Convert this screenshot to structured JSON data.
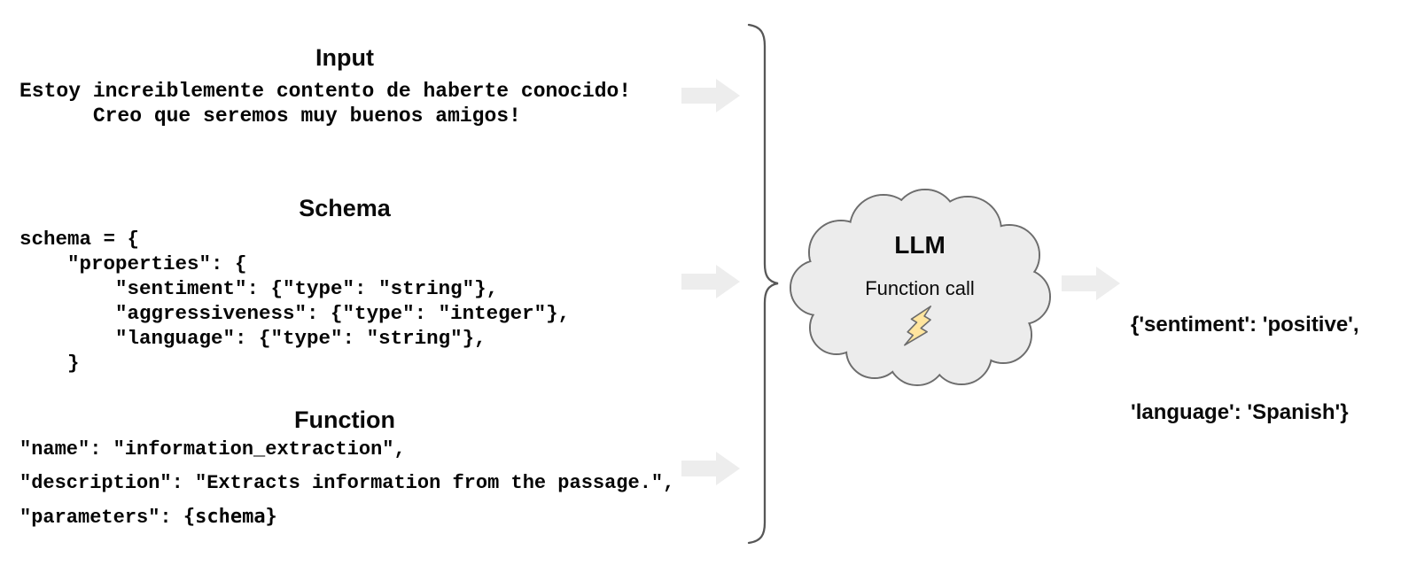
{
  "colors": {
    "background": "#ffffff",
    "text": "#0a0a0a",
    "flow_arrow_fill": "#ededed",
    "cloud_fill": "#ececec",
    "cloud_stroke": "#6d6d6d",
    "brace_stroke": "#575757",
    "bolt_fill": "#ffe59e",
    "bolt_stroke": "#6b6b6b"
  },
  "left_panel": {
    "input": {
      "title": "Input",
      "line1": "Estoy increiblemente contento de haberte conocido!",
      "line2": "      Creo que seremos muy buenos amigos!"
    },
    "schema": {
      "title": "Schema",
      "lines": [
        "schema = {",
        "    \"properties\": {",
        "        \"sentiment\": {\"type\": \"string\"},",
        "        \"aggressiveness\": {\"type\": \"integer\"},",
        "        \"language\": {\"type\": \"string\"},",
        "    }"
      ]
    },
    "function": {
      "title": "Function",
      "name_line": "\"name\": \"information_extraction\",",
      "description_line": "\"description\": \"Extracts information from the passage.\",",
      "parameters_prefix": "\"parameters\": ",
      "parameters_schema": "{schema}"
    }
  },
  "llm_cloud": {
    "title": "LLM",
    "subtitle": "Function call",
    "icon": "lightning-bolt-icon"
  },
  "output": {
    "line1": "{'sentiment': 'positive',",
    "line2": "'language': 'Spanish'}"
  }
}
